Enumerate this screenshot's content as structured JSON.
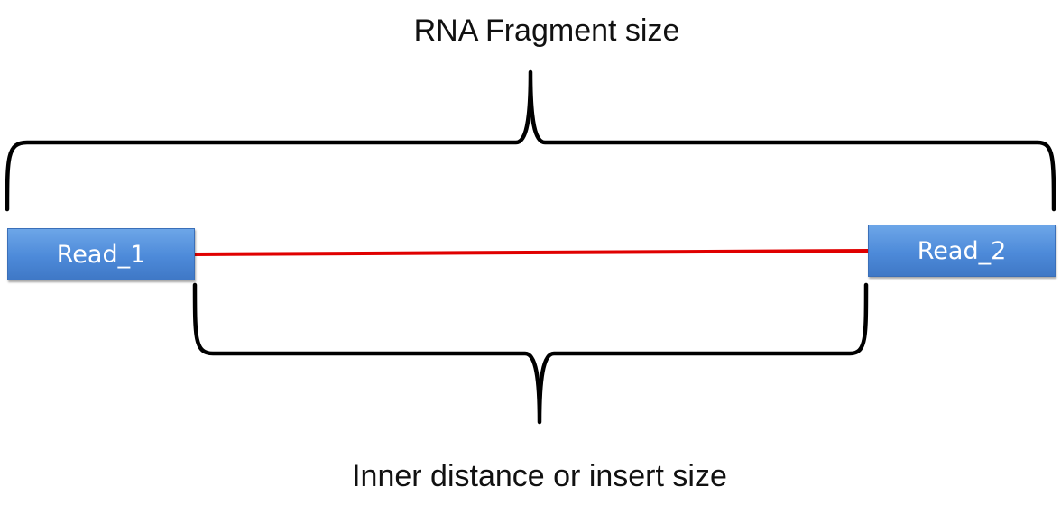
{
  "diagram": {
    "top_label": "RNA Fragment size",
    "bottom_label": "Inner distance or insert size",
    "read_1": "Read_1",
    "read_2": "Read_2"
  },
  "colors": {
    "read_fill": "#4d8ad9",
    "connector": "#e00000",
    "bracket": "#000000"
  }
}
